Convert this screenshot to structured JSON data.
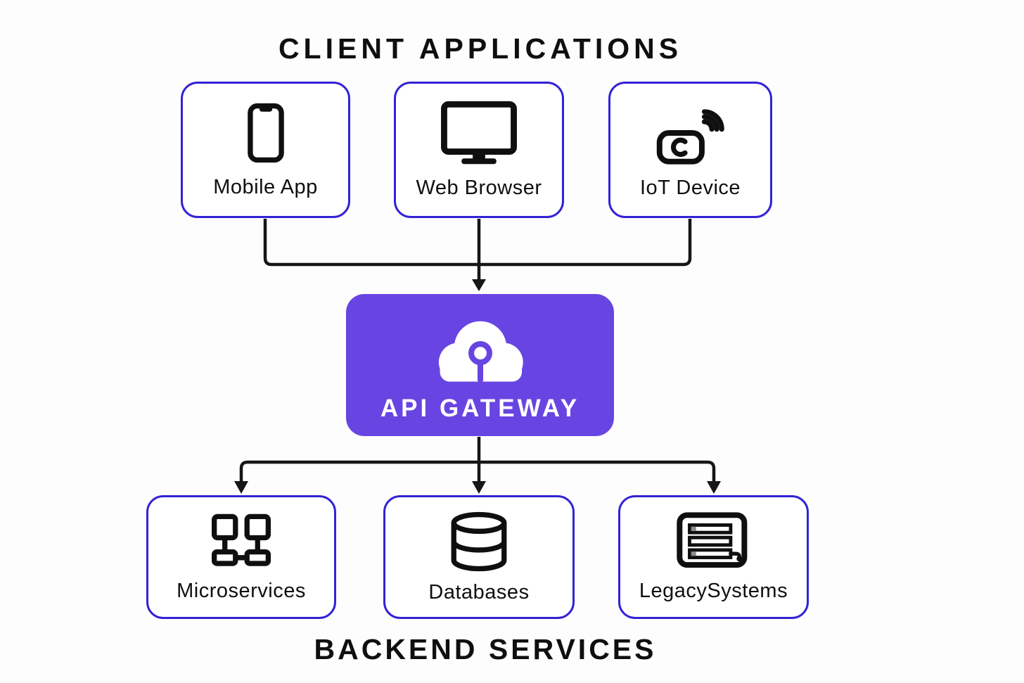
{
  "diagram": {
    "top_title": "CLIENT APPLICATIONS",
    "bottom_title": "BACKEND SERVICES",
    "clients": [
      {
        "label": "Mobile App",
        "icon": "smartphone-icon"
      },
      {
        "label": "Web Browser",
        "icon": "monitor-icon"
      },
      {
        "label": "IoT Device",
        "icon": "iot-device-icon"
      }
    ],
    "gateway": {
      "label": "API GATEWAY",
      "icon": "cloud-key-icon"
    },
    "backends": [
      {
        "label": "Microservices",
        "icon": "network-nodes-icon"
      },
      {
        "label": "Databases",
        "icon": "database-icon"
      },
      {
        "label": "LegacySystems",
        "icon": "legacy-server-icon"
      }
    ],
    "colors": {
      "accent": "#6845e2",
      "box_border": "#3322d6",
      "line": "#161616",
      "text": "#0f0f0f",
      "gateway_text": "#ffffff",
      "background": "#fdfdfd"
    }
  }
}
